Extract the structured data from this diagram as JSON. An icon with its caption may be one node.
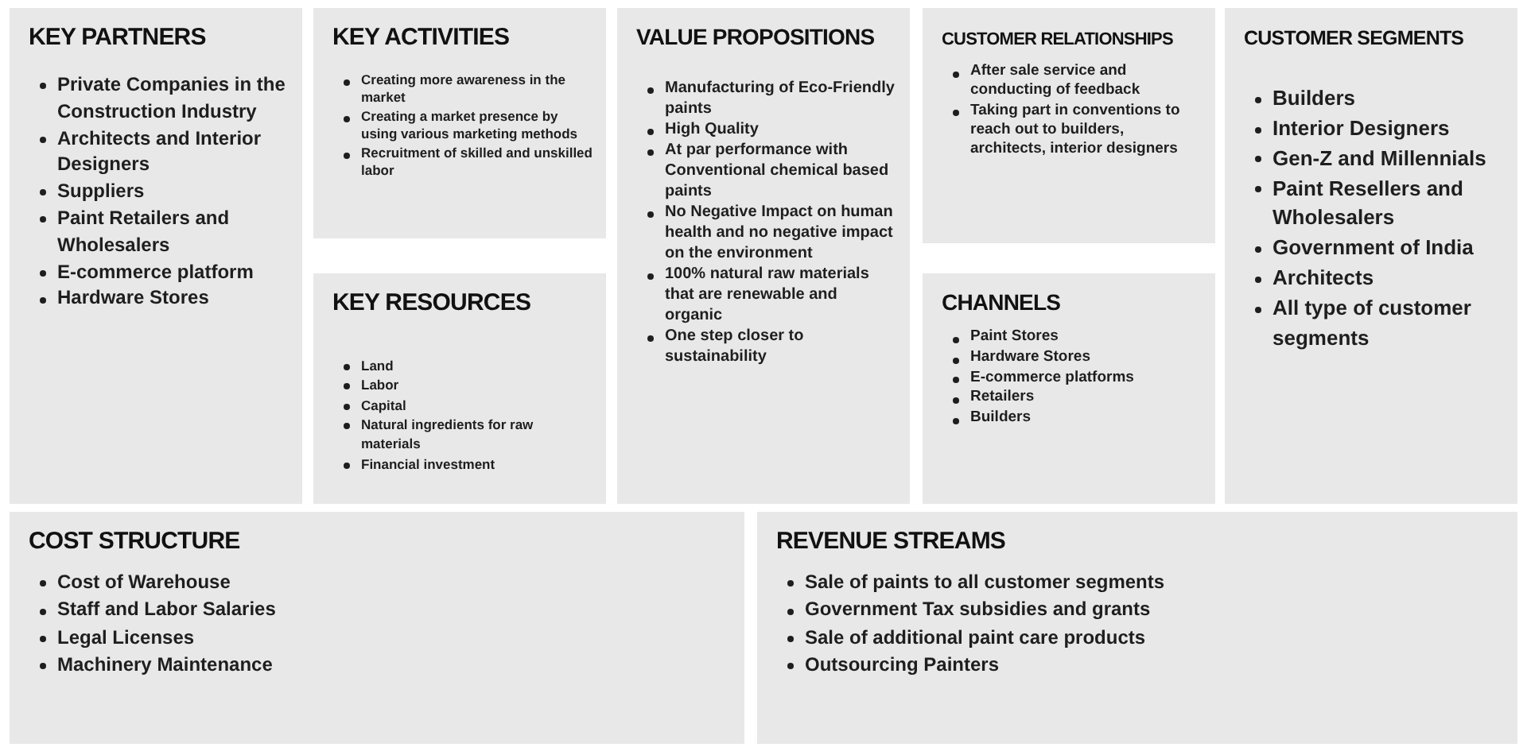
{
  "diagram": {
    "nodes": [
      {
        "text": [
          "KEY PARTNERS",
          "Private Companies in the Construction Industry",
          "Architects and Interior Designers",
          "Suppliers",
          "Paint Retailers and Wholesalers",
          "E-commerce platform",
          "Hardware Stores"
        ]
      },
      {
        "text": [
          "KEY ACTIVITIES",
          "Creating more awareness in the market",
          "Creating a market presence by using various marketing methods",
          "Recruitment of skilled and unskilled labor"
        ]
      },
      {
        "text": [
          "KEY RESOURCES",
          "Land",
          "Labor",
          "Capital",
          "Natural ingredients for raw materials",
          "Financial investment"
        ]
      },
      {
        "text": [
          "VALUE PROPOSITIONS",
          "Manufacturing of Eco-Friendly paints",
          "High Quality",
          "At par performance with Conventional chemical based paints",
          "No Negative Impact on human health and no negative impact on the environment",
          "100% natural raw materials that are renewable and organic",
          "One step closer to sustainability"
        ]
      },
      {
        "text": [
          "CUSTOMER RELATIONSHIPS",
          "After sale service and conducting of feedback",
          "Taking part in conventions to reach out to builders, architects, interior designers"
        ]
      },
      {
        "text": [
          "CHANNELS",
          "Paint Stores",
          "Hardware Stores",
          "E-commerce platforms",
          "Retailers",
          "Builders"
        ]
      },
      {
        "text": [
          "CUSTOMER SEGMENTS",
          "Builders",
          "Interior Designers",
          "Gen-Z and Millennials",
          "Paint Resellers and Wholesalers",
          "Government of India",
          "Architects",
          "All type of customer segments"
        ]
      },
      {
        "text": [
          "COST STRUCTURE",
          "Cost of Warehouse",
          "Staff and Labor Salaries",
          "Legal Licenses",
          "Machinery Maintenance"
        ]
      },
      {
        "text": [
          "REVENUE STREAMS",
          "Sale of paints to all customer segments",
          "Government Tax subsidies and grants",
          "Sale of additional paint care products",
          "Outsourcing Painters"
        ]
      }
    ]
  }
}
